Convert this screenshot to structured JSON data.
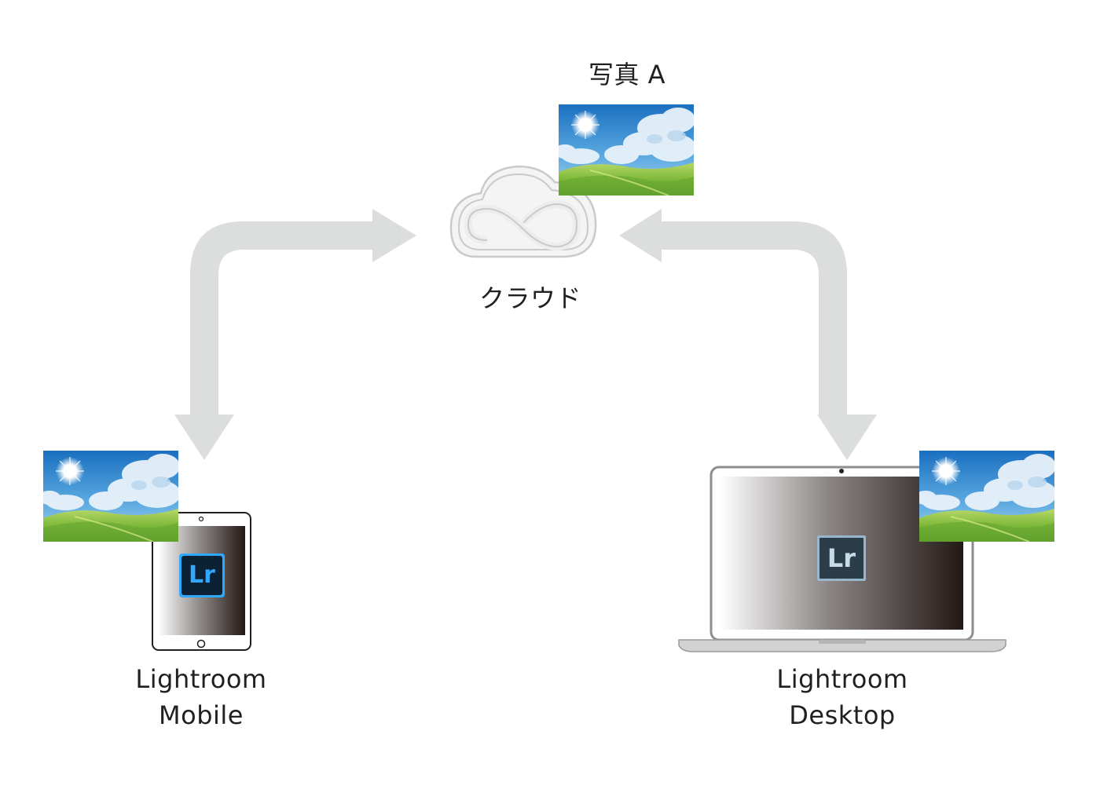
{
  "cloud": {
    "photo_label": "写真 A",
    "label": "クラウド",
    "icon": "creative-cloud-icon"
  },
  "mobile": {
    "line1": "Lightroom",
    "line2": "Mobile",
    "app_icon_text": "Lr"
  },
  "desktop": {
    "line1": "Lightroom",
    "line2": "Desktop",
    "app_icon_text": "Lr"
  },
  "colors": {
    "arrow": "#dcdddd",
    "lr_bg": "#0a2233",
    "lr_accent": "#31a8ff",
    "text": "#231f20"
  }
}
